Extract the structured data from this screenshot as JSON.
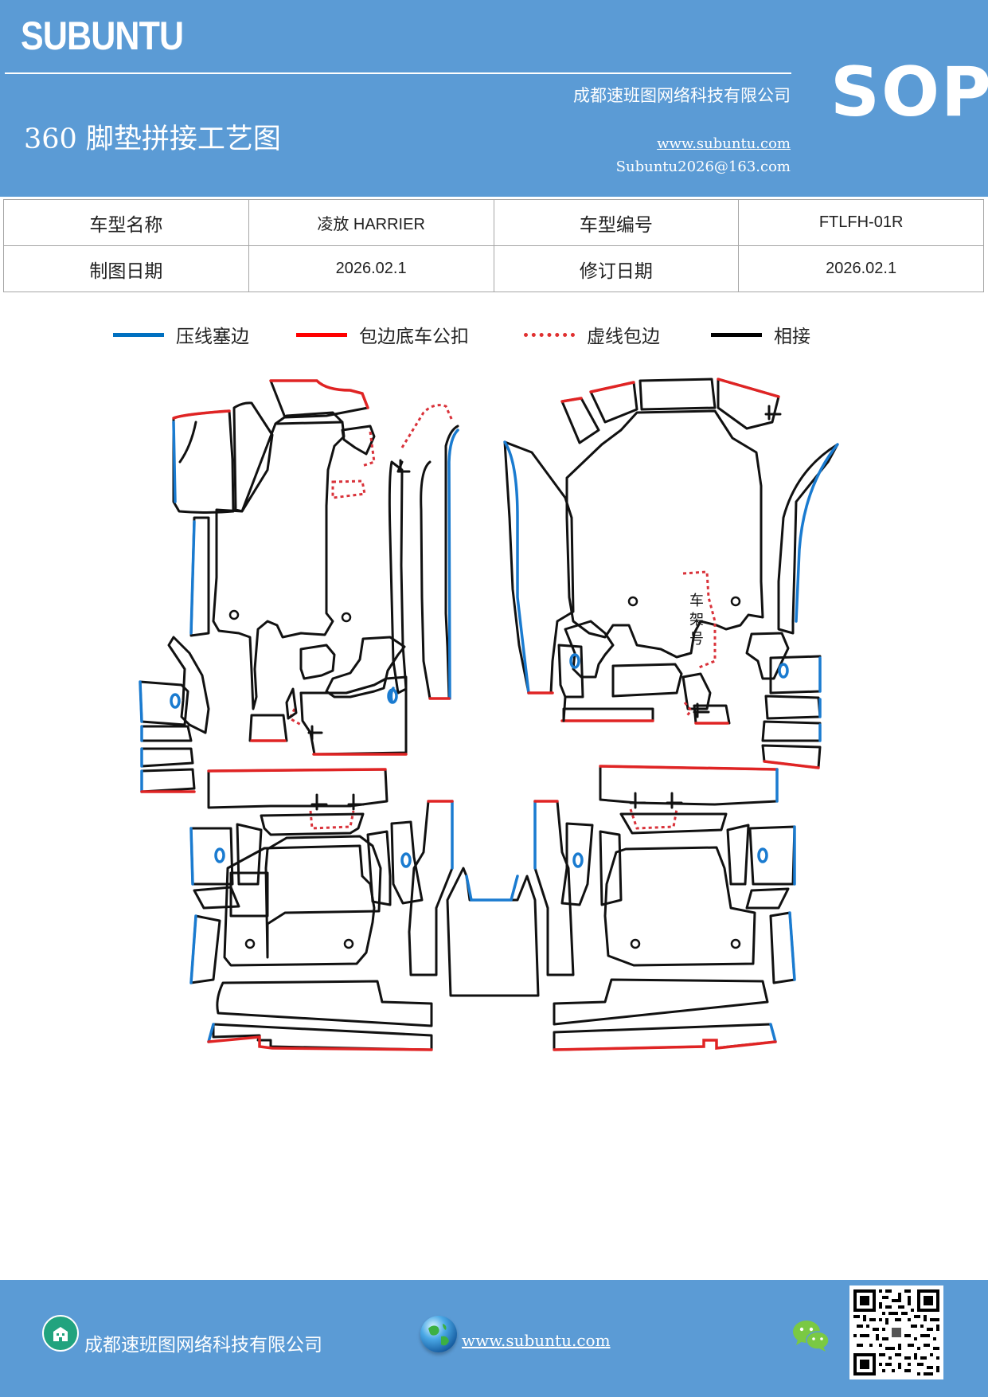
{
  "header": {
    "brand": "SUBUNTU",
    "company": "成都速班图网络科技有限公司",
    "title": "360 脚垫拼接工艺图",
    "website": "www.subuntu.com",
    "email": "Subuntu2026@163.com",
    "badge": "SOP"
  },
  "info": {
    "model_name_label": "车型名称",
    "model_name_value": "凌放 HARRIER",
    "model_code_label": "车型编号",
    "model_code_value": "FTLFH-01R",
    "draw_date_label": "制图日期",
    "draw_date_value": "2026.02.1",
    "revise_date_label": "修订日期",
    "revise_date_value": "2026.02.1"
  },
  "legend": {
    "items": [
      {
        "label": "压线塞边",
        "color": "#0070c0",
        "style": "solid"
      },
      {
        "label": "包边底车公扣",
        "color": "#ff0000",
        "style": "solid"
      },
      {
        "label": "虚线包边",
        "color": "#e03030",
        "style": "dotted"
      },
      {
        "label": "相接",
        "color": "#000000",
        "style": "solid"
      }
    ]
  },
  "diagram": {
    "frame_number_label": [
      "车",
      "架",
      "号"
    ]
  },
  "footer": {
    "company": "成都速班图网络科技有限公司",
    "website": "www.subuntu.com",
    "building_icon": "building-icon",
    "globe_icon": "globe-icon",
    "wechat_icon": "wechat-icon",
    "qr_icon": "qr-code"
  },
  "colors": {
    "header_bg": "#5b9bd5",
    "press_line_blue": "#0070c0",
    "binding_red": "#ff0000",
    "joint_black": "#000000"
  }
}
